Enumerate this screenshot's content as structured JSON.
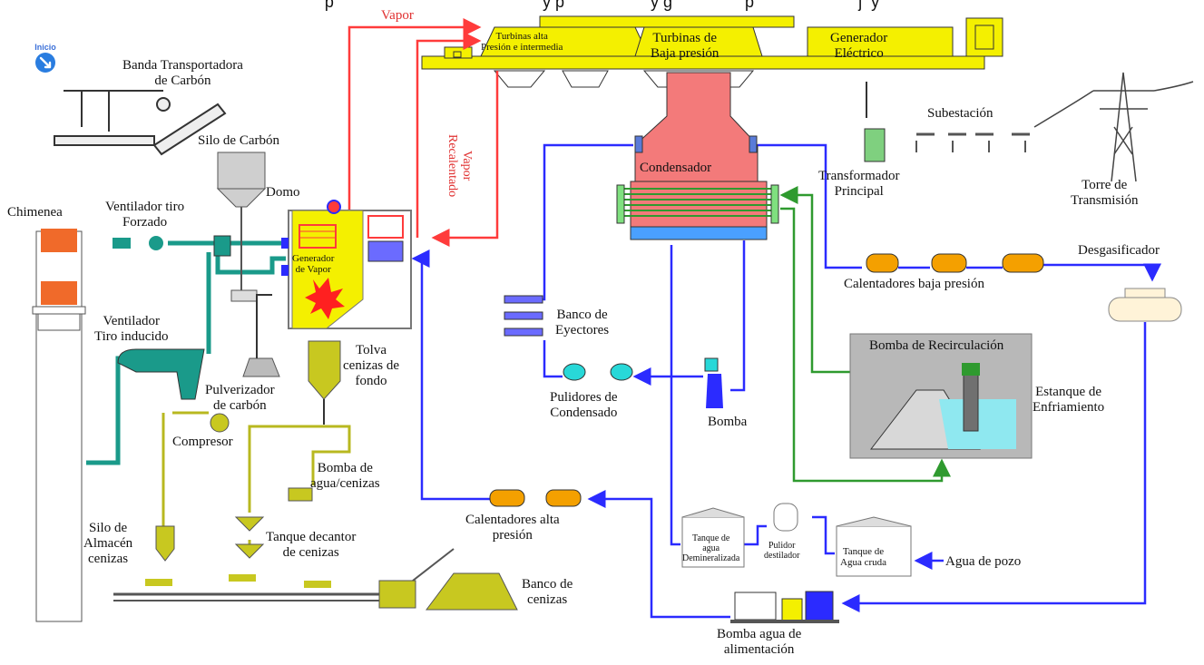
{
  "header_text": "p                                              y p                   y g                p                       j  y",
  "home": {
    "label": "Inicio",
    "icon": "home-arrow-icon"
  },
  "labels": {
    "vapor": "Vapor",
    "vapor_recalentado": "Vapor\nRecalentado",
    "turbinas_alta": "Turbinas alta\nPresión e intermedia",
    "turbinas_baja": "Turbinas de\nBaja presión",
    "generador": "Generador\nEléctrico",
    "banda": "Banda Transportadora\nde Carbón",
    "silo_carbon": "Silo de Carbón",
    "domo": "Domo",
    "chimenea": "Chimenea",
    "ventilador_forzado": "Ventilador tiro\nForzado",
    "generador_vapor": "Generador\nde Vapor",
    "ventilador_inducido": "Ventilador\nTiro inducido",
    "pulverizador": "Pulverizador\nde carbón",
    "tolva": "Tolva\ncenizas de\nfondo",
    "compresor": "Compresor",
    "bomba_cenizas": "Bomba de\nagua/cenizas",
    "silo_almacen": "Silo de\nAlmacén\ncenizas",
    "tanque_decantor": "Tanque decantor\nde cenizas",
    "banco_cenizas": "Banco de\ncenizas",
    "condensador": "Condensador",
    "transformador": "Transformador\nPrincipal",
    "subestacion": "Subestación",
    "torre": "Torre de\nTransmisión",
    "desgasificador": "Desgasificador",
    "calentadores_baja": "Calentadores baja presión",
    "banco_eyectores": "Banco de\nEyectores",
    "pulidores": "Pulidores de\nCondensado",
    "bomba": "Bomba",
    "bomba_recirculacion": "Bomba de Recirculación",
    "estanque": "Estanque de\nEnfriamiento",
    "calentadores_alta": "Calentadores alta\npresión",
    "tanque_demineralizada": "Tanque de\nagua\nDemineralizada",
    "pulidor_destilador": "Pulidor\ndestilador",
    "tanque_cruda": "Tanque de\nAgua cruda",
    "agua_pozo": "Agua de pozo",
    "bomba_alimentacion": "Bomba agua de\nalimentación"
  },
  "colors": {
    "steam": "#ff3b3b",
    "water": "#2b2bff",
    "cooling": "#2f9a2f",
    "air_gas": "#1a9a8a",
    "ash": "#b8b820",
    "equipment_yellow": "#f4f000",
    "condenser": "#f37a7a"
  }
}
